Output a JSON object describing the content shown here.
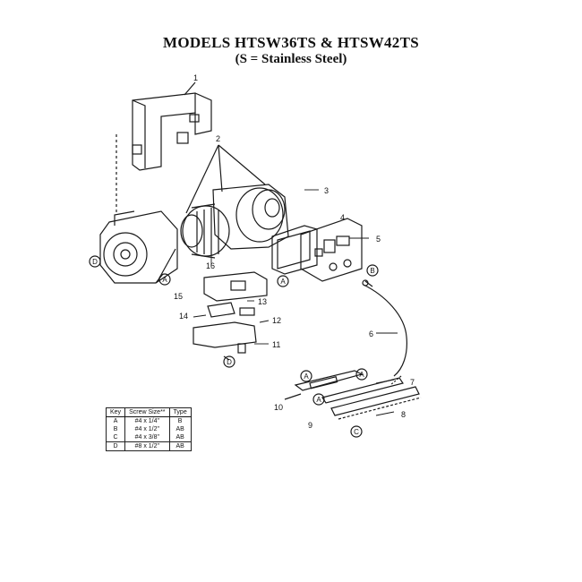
{
  "title": "MODELS HTSW36TS & HTSW42TS",
  "subtitle": "(S = Stainless Steel)",
  "part_labels": [
    "1",
    "2",
    "3",
    "4",
    "5",
    "6",
    "7",
    "8",
    "9",
    "10",
    "11",
    "12",
    "13",
    "14",
    "15",
    "16"
  ],
  "screw_letters": [
    "A",
    "B",
    "C",
    "D"
  ],
  "key_table": {
    "headers": [
      "Key",
      "Screw Size**",
      "Type"
    ],
    "rows": [
      [
        "A",
        "#4 x 1/4\"",
        "B"
      ],
      [
        "B",
        "#4 x 1/2\"",
        "AB"
      ],
      [
        "C",
        "#4 x 3/8\"",
        "AB"
      ],
      [
        "D",
        "#8 x 1/2\"",
        "AB"
      ]
    ]
  }
}
